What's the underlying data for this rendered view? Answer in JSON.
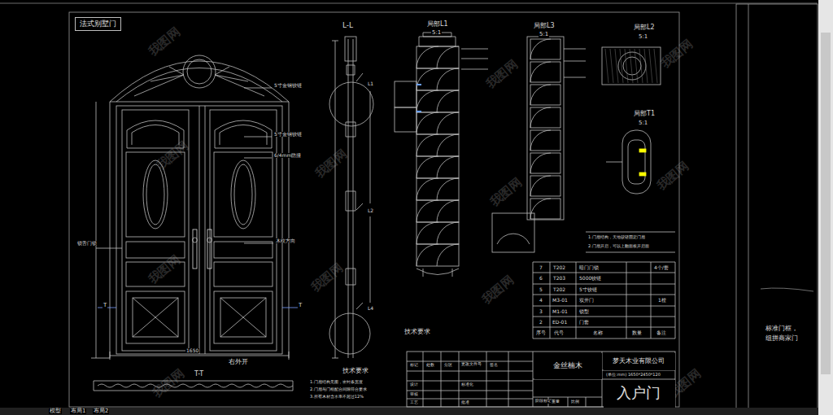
{
  "diagram": {
    "nodes": [
      {
        "text": [
          "法式别墅门"
        ]
      },
      {
        "text": [
          "金丝楠木"
        ]
      },
      {
        "text": [
          "梦天木业有限公司"
        ]
      },
      {
        "text": [
          "入户门"
        ]
      }
    ],
    "labels": [
      "L-L",
      "局部L1",
      "5:1",
      "局部L3",
      "5:1",
      "局部L2",
      "5:1",
      "局部T1",
      "5:1",
      "L1",
      "L2",
      "L4",
      "5寸金钢铰链",
      "5寸金钢铰链",
      "6/4mm防撞",
      "木纹方向",
      "锁舌门锁",
      "T",
      "T",
      "右外开",
      "T-T",
      "1650",
      "技术要求",
      "1.门扇结构见图，密封条宽度",
      "2.门扇与门框配合间隙符合要求",
      "3.所有木材含水率不超过12%",
      "技术要求",
      "1.门扇结构，天地铰链固定门扇",
      "2.门扇开启，可以上翻面板开启面",
      "7",
      "T202",
      "暗门门锁",
      "4个/套",
      "6",
      "T203",
      "5000铰链",
      "5",
      "T202",
      "5寸铰链",
      "4",
      "M3-01",
      "双开门",
      "1樘",
      "3",
      "M1-01",
      "锁型",
      "2",
      "ED-01",
      "门套",
      "序号",
      "代号",
      "名称",
      "数量",
      "备注",
      "标记",
      "处数",
      "分区",
      "更改文件号",
      "签名",
      "设计",
      "标准化",
      "审核",
      "工艺",
      "批准",
      "阶段标记",
      "重量",
      "比例",
      "(单位:mm) 1650*2450*120",
      "标准门框，",
      "组拼商家门",
      "模型",
      "布局1",
      "布局2",
      "我图网",
      "我图网",
      "我图网",
      "我图网",
      "我图网",
      "我图网",
      "我图网",
      "我图网",
      "我图网",
      "我图网",
      "我图网",
      "我图网"
    ]
  }
}
